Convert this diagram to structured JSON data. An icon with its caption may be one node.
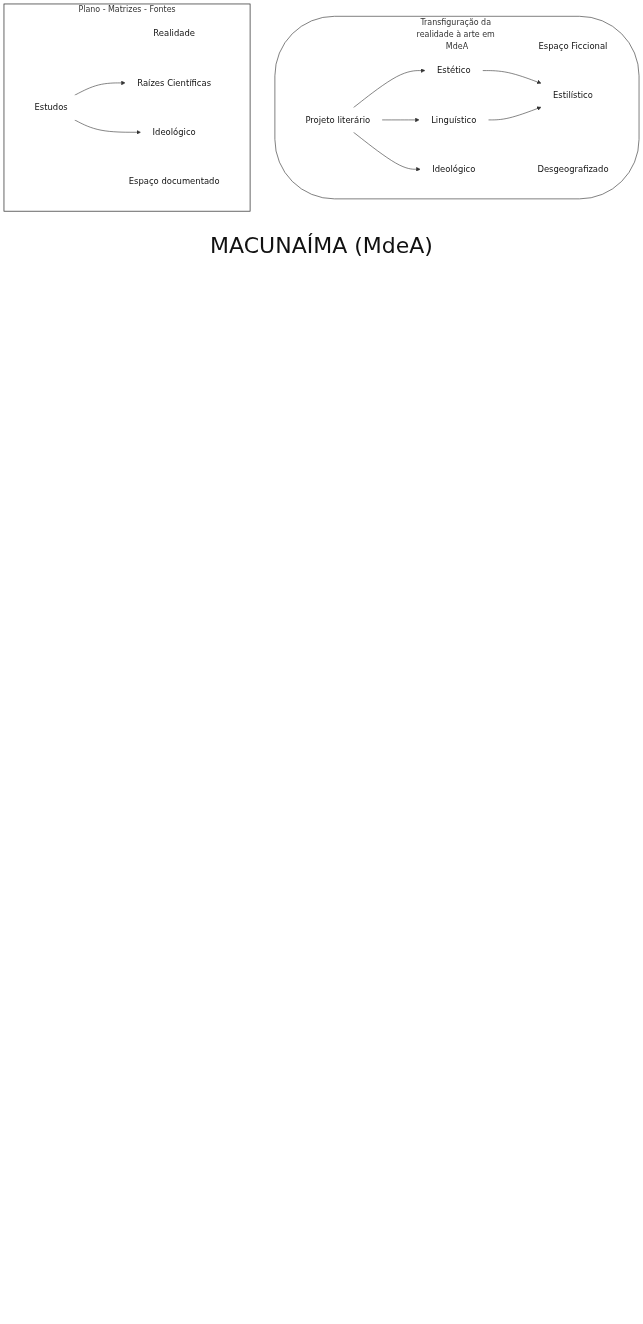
{
  "diagram": {
    "nodes": [
      {
        "text": [
          "Transfiguração da realidade à arte em MdeA"
        ]
      },
      {
        "text": [
          "Espaço Ficcional"
        ],
        "in": 0
      },
      {
        "text": [
          "Desgeografizado"
        ],
        "in": 0
      },
      {
        "text": [
          "Projeto literário"
        ],
        "in": 0
      },
      {
        "text": [
          "Estético"
        ],
        "in": 0
      },
      {
        "text": [
          "Linguístico"
        ],
        "in": 0
      },
      {
        "text": [
          "Ideológico"
        ],
        "in": 0
      },
      {
        "text": [
          "Estilístico"
        ],
        "in": 0
      },
      {
        "text": [
          "Plano - Matrizes - Fontes"
        ]
      },
      {
        "text": [
          "Realidade"
        ],
        "in": 8
      },
      {
        "text": [
          "Espaço documentado"
        ],
        "in": 8
      },
      {
        "text": [
          "Estudos"
        ],
        "in": 8
      },
      {
        "text": [
          "Raízes Científicas"
        ],
        "in": 8
      },
      {
        "text": [
          "Ideológico"
        ],
        "in": 8
      }
    ],
    "edges": [
      {
        "from": 3,
        "to": 4,
        "arrow": "to"
      },
      {
        "from": 3,
        "to": 5,
        "arrow": "to"
      },
      {
        "from": 3,
        "to": 6,
        "arrow": "to"
      },
      {
        "from": 4,
        "to": 7,
        "arrow": "to"
      },
      {
        "from": 5,
        "to": 7,
        "arrow": "to"
      },
      {
        "from": 11,
        "to": 12,
        "arrow": "to"
      },
      {
        "from": 11,
        "to": 13,
        "arrow": "to"
      }
    ],
    "labels": [
      "MACUNAÍMA (MdeA)"
    ]
  }
}
